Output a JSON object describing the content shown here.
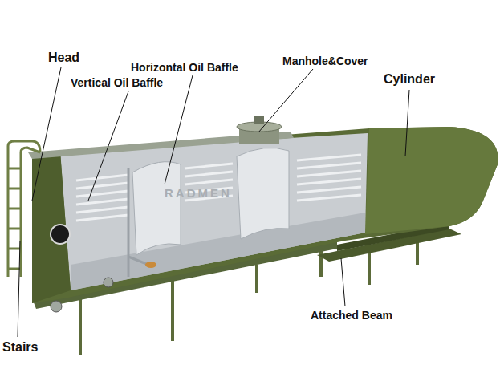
{
  "diagram": {
    "labels": [
      "Head",
      "Vertical Oil Baffle",
      "Horizontal Oil Baffle",
      "Manhole&Cover",
      "Cylinder",
      "RADMEN",
      "Stairs",
      "Attached Beam"
    ]
  }
}
